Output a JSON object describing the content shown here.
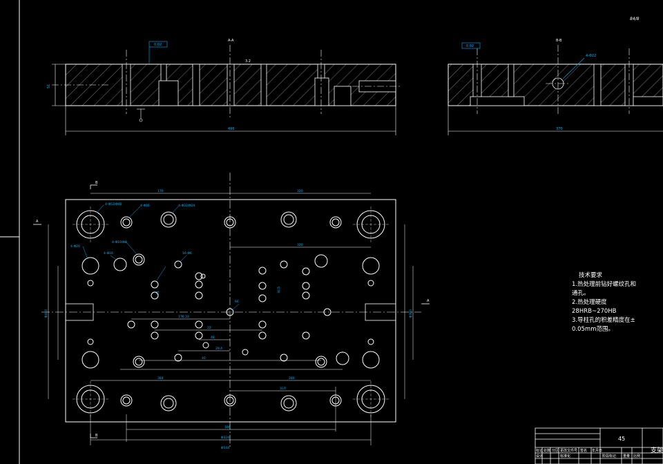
{
  "sheet": {
    "scale_label": "84/8"
  },
  "section_views": {
    "aa": {
      "label": "A-A",
      "width_dim": "496",
      "height_dim": "51",
      "flatness": "0.02",
      "roughness_mark": "3.2"
    },
    "bb": {
      "label": "B-B",
      "width_dim": "370",
      "hole_callout": "4-Φ22",
      "flatness": "0.02"
    }
  },
  "plan_view": {
    "cut_letters": {
      "a": "A",
      "b": "B"
    },
    "dims": {
      "top_left": "170",
      "top_right": "320",
      "mid_right": "320",
      "left_height": "Φ440",
      "right_height": "Φ360",
      "bottom_1": "384",
      "bottom_2": "280",
      "bottom_3": "337",
      "bottom_4": "186",
      "bottom_5": "Φ324",
      "bottom_6": "Φ544",
      "center": "66",
      "ref_1": "54",
      "ref_2": "48",
      "ref_3": "40",
      "ref_4": "22",
      "ref_5": "29.4",
      "ref_6": "30.5",
      "ref_7": "176.33"
    },
    "callouts": {
      "c1": "4-Φ53/Φ40",
      "c2": "4-Φ16",
      "c3": "4-Φ32/Φ24",
      "c4": "4-Φ20",
      "c5": "4-Φ16",
      "c6": "4-Φ10/Φ8",
      "c7": "16-Φ6"
    }
  },
  "tech_notes": {
    "title": "技术要求",
    "lines": [
      "1.热处理前钻好螺纹孔和",
      "通孔。",
      "2.热处理硬度",
      "28HRB~270HB",
      "3.导柱孔的积差精度在±",
      "0.05mm范围。"
    ]
  },
  "title_block": {
    "material": "45",
    "project": "支架",
    "cells": [
      "标记",
      "处数",
      "分区",
      "更改文件号",
      "签名",
      "年月日",
      "设计",
      "标准化",
      "阶段标记",
      "重量",
      "比例"
    ]
  },
  "colors": {
    "line": "#ffffff",
    "dim": "#00b4ff",
    "hatch": "#ffffff",
    "background": "#000000"
  }
}
